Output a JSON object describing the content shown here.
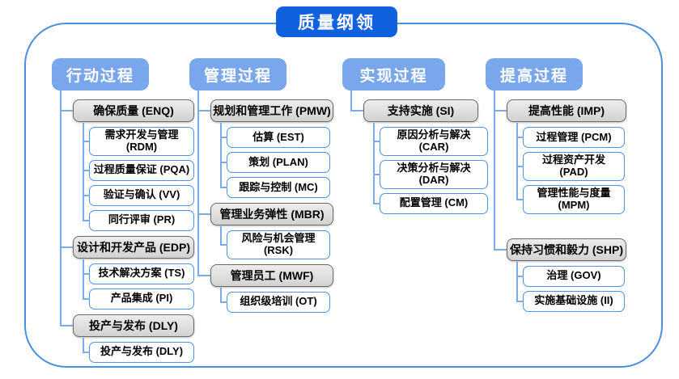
{
  "title": "质量纲领",
  "colors": {
    "title_bg": "#1161df",
    "header_bg": "#7aa7eb",
    "connector": "#7aace8",
    "frame_border": "#4a90e2",
    "category_bg": "#dcdcdc",
    "category_border": "#6b6b6b",
    "process_border": "#4d92e8"
  },
  "columns": [
    {
      "header": "行动过程",
      "groups": [
        {
          "label": "确保质量 (ENQ)",
          "children": [
            "需求开发与管理 (RDM)",
            "过程质量保证 (PQA)",
            "验证与确认 (VV)",
            "同行评审 (PR)"
          ]
        },
        {
          "label": "设计和开发产品 (EDP)",
          "children": [
            "技术解决方案 (TS)",
            "产品集成 (PI)"
          ]
        },
        {
          "label": "投产与发布 (DLY)",
          "children": [
            "投产与发布 (DLY)"
          ]
        }
      ]
    },
    {
      "header": "管理过程",
      "groups": [
        {
          "label": "规划和管理工作 (PMW)",
          "children": [
            "估算 (EST)",
            "策划 (PLAN)",
            "跟踪与控制 (MC)"
          ]
        },
        {
          "label": "管理业务弹性 (MBR)",
          "children": [
            "风险与机会管理 (RSK)"
          ]
        },
        {
          "label": "管理员工 (MWF)",
          "children": [
            "组织级培训 (OT)"
          ]
        }
      ]
    },
    {
      "header": "实现过程",
      "groups": [
        {
          "label": "支持实施 (SI)",
          "children": [
            "原因分析与解决 (CAR)",
            "决策分析与解决 (DAR)",
            "配置管理 (CM)"
          ]
        }
      ]
    },
    {
      "header": "提高过程",
      "groups": [
        {
          "label": "提高性能 (IMP)",
          "children": [
            "过程管理 (PCM)",
            "过程资产开发 (PAD)",
            "管理性能与度量\n(MPM)"
          ]
        },
        {
          "label": "保持习惯和毅力 (SHP)",
          "gap_before": true,
          "children": [
            "治理 (GOV)",
            "实施基础设施 (II)"
          ]
        }
      ]
    }
  ]
}
